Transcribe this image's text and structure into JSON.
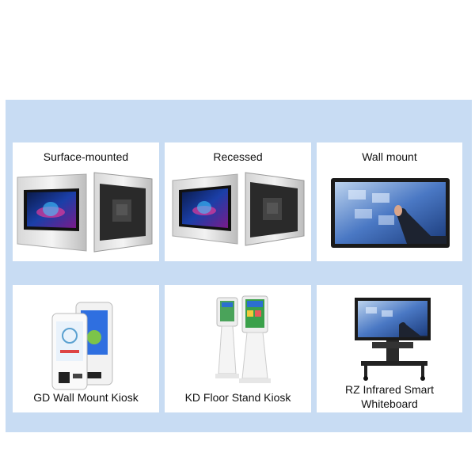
{
  "products": [
    {
      "label": "Surface-mounted"
    },
    {
      "label": "Recessed"
    },
    {
      "label": "Wall mount"
    },
    {
      "label": "GD Wall Mount Kiosk"
    },
    {
      "label": "KD Floor Stand Kiosk"
    },
    {
      "label_line1": "RZ Infrared Smart",
      "label_line2": "Whiteboard"
    }
  ]
}
